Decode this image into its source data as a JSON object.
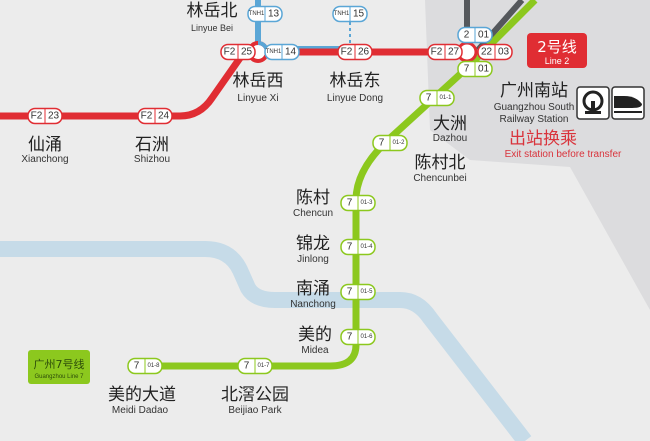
{
  "colors": {
    "background": "#ececec",
    "station_area": "#dcdcde",
    "river": "#c6dbe8",
    "line2": "#e02d33",
    "line7": "#8cc81e",
    "tnh1": "#5aa6d6",
    "line22": "#55585c",
    "exit_text": "#d9343c"
  },
  "legend": {
    "line2": {
      "zh": "2号线",
      "en": "Line 2"
    },
    "line7": {
      "zh": "广州7号线",
      "en": "Guangzhou Line 7"
    }
  },
  "stations": [
    {
      "id": "linyue-bei",
      "zh": "林岳北",
      "en": "Linyue Bei"
    },
    {
      "id": "linyue-xi",
      "zh": "林岳西",
      "en": "Linyue Xi"
    },
    {
      "id": "linyue-dong",
      "zh": "林岳东",
      "en": "Linyue Dong"
    },
    {
      "id": "xianchong",
      "zh": "仙涌",
      "en": "Xianchong"
    },
    {
      "id": "shizhou",
      "zh": "石洲",
      "en": "Shizhou"
    },
    {
      "id": "guangzhou-south",
      "zh": "广州南站",
      "en": "Guangzhou South",
      "en2": "Railway Station"
    },
    {
      "id": "dazhou",
      "zh": "大洲",
      "en": "Dazhou"
    },
    {
      "id": "chencunbei",
      "zh": "陈村北",
      "en": "Chencunbei"
    },
    {
      "id": "chencun",
      "zh": "陈村",
      "en": "Chencun"
    },
    {
      "id": "jinlong",
      "zh": "锦龙",
      "en": "Jinlong"
    },
    {
      "id": "nanchong",
      "zh": "南涌",
      "en": "Nanchong"
    },
    {
      "id": "midea",
      "zh": "美的",
      "en": "Midea"
    },
    {
      "id": "meidi-dadao",
      "zh": "美的大道",
      "en": "Meidi Dadao"
    },
    {
      "id": "beijiao-park",
      "zh": "北滘公园",
      "en": "Beijiao Park"
    }
  ],
  "transfer_note": {
    "zh": "出站换乘",
    "en": "Exit station before transfer"
  },
  "icons": [
    "railway-station-icon",
    "high-speed-train-icon"
  ],
  "badges": [
    {
      "line": "F2",
      "code": "23",
      "kind": "line2"
    },
    {
      "line": "F2",
      "code": "24",
      "kind": "line2"
    },
    {
      "line": "F2",
      "code": "25",
      "kind": "line2"
    },
    {
      "line": "TNH1",
      "code": "14",
      "kind": "tnh1"
    },
    {
      "line": "F2",
      "code": "26",
      "kind": "line2"
    },
    {
      "line": "F2",
      "code": "27",
      "kind": "line2"
    },
    {
      "line": "22",
      "code": "03",
      "kind": "line2"
    },
    {
      "line": "2",
      "code": "01",
      "kind": "tnh1"
    },
    {
      "line": "7",
      "code": "01",
      "kind": "line7"
    },
    {
      "line": "TNH1",
      "code": "13",
      "kind": "tnh1"
    },
    {
      "line": "TNH1",
      "code": "15",
      "kind": "tnh1"
    },
    {
      "line": "7",
      "code": "01-1",
      "kind": "line7"
    },
    {
      "line": "7",
      "code": "01-2",
      "kind": "line7"
    },
    {
      "line": "7",
      "code": "01-3",
      "kind": "line7"
    },
    {
      "line": "7",
      "code": "01-4",
      "kind": "line7"
    },
    {
      "line": "7",
      "code": "01-5",
      "kind": "line7"
    },
    {
      "line": "7",
      "code": "01-6",
      "kind": "line7"
    },
    {
      "line": "7",
      "code": "01-7",
      "kind": "line7"
    },
    {
      "line": "7",
      "code": "01-8",
      "kind": "line7"
    }
  ]
}
